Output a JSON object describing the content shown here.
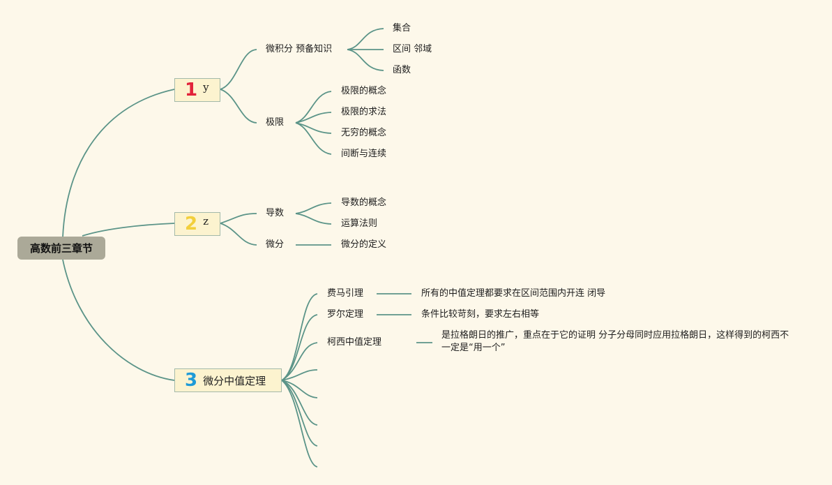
{
  "root": "高数前三章节",
  "colors": {
    "line": "#5b9488",
    "num1": "#e2233a",
    "num2": "#f2cf3c",
    "num3": "#1f9bd7",
    "branch_bg": "#fcf3cf",
    "root_bg": "#aba998",
    "page_bg": "#fdf8ea"
  },
  "branches": [
    {
      "number": "1",
      "label": "y",
      "topics": [
        {
          "label": "微积分 预备知识",
          "items": [
            "集合",
            "区间 邻域",
            "函数"
          ]
        },
        {
          "label": "极限",
          "items": [
            "极限的概念",
            "极限的求法",
            "无穷的概念",
            "间断与连续"
          ]
        }
      ]
    },
    {
      "number": "2",
      "label": "z",
      "topics": [
        {
          "label": "导数",
          "items": [
            "导数的概念",
            "运算法则"
          ]
        },
        {
          "label": "微分",
          "items": [
            "微分的定义"
          ]
        }
      ]
    },
    {
      "number": "3",
      "label": "微分中值定理",
      "topics": [
        {
          "label": "费马引理",
          "note": "所有的中值定理都要求在区间范围内开连 闭导"
        },
        {
          "label": "罗尔定理",
          "note": "条件比较苛刻，要求左右相等"
        },
        {
          "label": "柯西中值定理",
          "note": "是拉格朗日的推广，重点在于它的证明 分子分母同时应用拉格朗日，这样得到的柯西不一定是“用一个”"
        }
      ]
    }
  ]
}
